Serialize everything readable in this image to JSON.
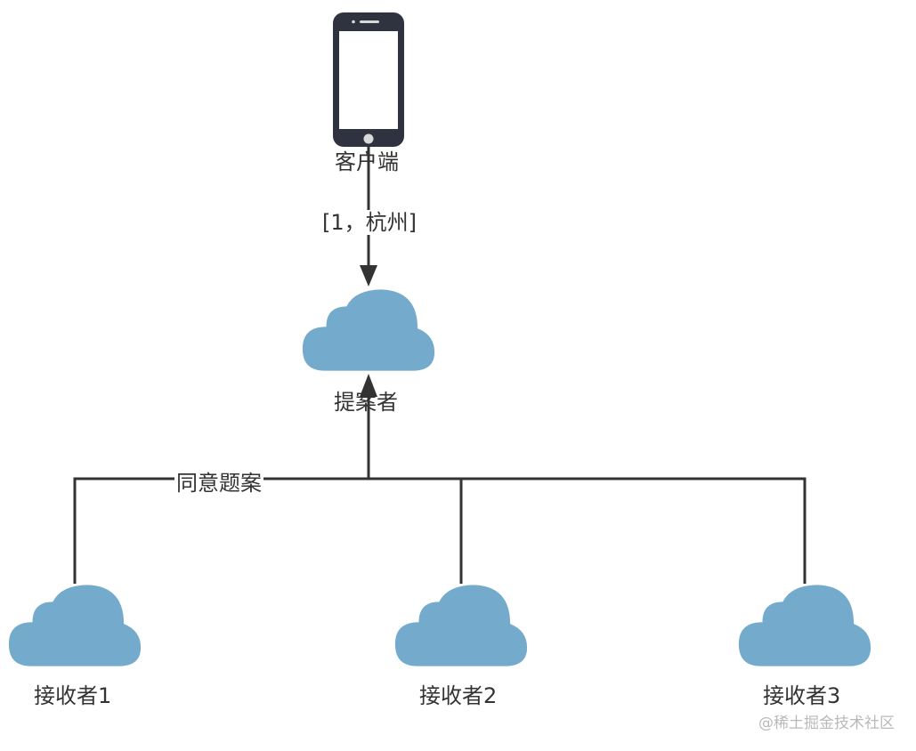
{
  "nodes": {
    "client": {
      "label": "客户端",
      "icon": "smartphone-icon"
    },
    "proposer": {
      "label": "提案者",
      "icon": "cloud-icon"
    },
    "receivers": [
      {
        "label": "接收者1",
        "icon": "cloud-icon"
      },
      {
        "label": "接收者2",
        "icon": "cloud-icon"
      },
      {
        "label": "接收者3",
        "icon": "cloud-icon"
      }
    ]
  },
  "edges": {
    "client_to_proposer": {
      "label": "[1，杭州]"
    },
    "receivers_to_proposer": {
      "label": "同意题案"
    }
  },
  "colors": {
    "cloud": "#74abcd",
    "line": "#333333",
    "phone": "#2f3340"
  },
  "watermark": "@稀土掘金技术社区"
}
